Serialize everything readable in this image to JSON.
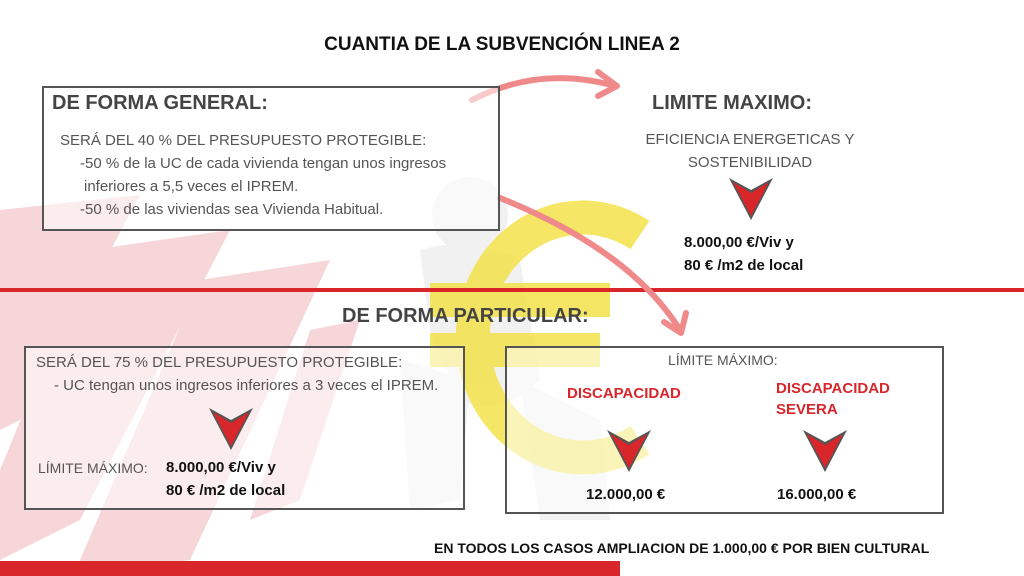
{
  "title": "CUANTIA DE LA SUBVENCIÓN LINEA 2",
  "general": {
    "heading": "DE FORMA GENERAL:",
    "lines": [
      "SERÁ DEL 40 % DEL PRESUPUESTO PROTEGIBLE:",
      "-50 % de la UC de cada vivienda tengan unos ingresos",
      "inferiores a 5,5 veces el IPREM.",
      "-50 % de las viviendas sea Vivienda Habitual."
    ]
  },
  "limite_general": {
    "heading": "LIMITE MAXIMO:",
    "concept_lines": [
      "EFICIENCIA ENERGETICAS Y",
      "SOSTENIBILIDAD"
    ],
    "amount_lines": [
      "8.000,00 €/Viv y",
      "80 € /m2 de local"
    ]
  },
  "particular": {
    "heading": "DE FORMA PARTICULAR:",
    "left": {
      "lines": [
        "SERÁ DEL 75 % DEL PRESUPUESTO PROTEGIBLE:",
        "- UC tengan unos ingresos inferiores a 3 veces el IPREM."
      ],
      "limit_label": "LÍMITE MÁXIMO:",
      "amount_lines": [
        "8.000,00 €/Viv y",
        "80 € /m2 de local"
      ]
    },
    "right": {
      "limit_label": "LÍMITE MÁXIMO:",
      "cat1_label": "DISCAPACIDAD",
      "cat2_label_lines": [
        "DISCAPACIDAD",
        "SEVERA"
      ],
      "cat1_amount": "12.000,00 €",
      "cat2_amount": "16.000,00 €"
    }
  },
  "footer": "EN TODOS LOS CASOS AMPLIACION DE 1.000,00 € POR BIEN CULTURAL",
  "colors": {
    "accent_red": "#d9262b",
    "stripe_light": "#f3c9cc",
    "arrow_pink": "#f08a8a",
    "euro_yellow": "#f3e24a",
    "heading_gray": "#444444",
    "border_gray": "#555555"
  },
  "icons": [
    "down-chevron-icon",
    "curved-arrow-icon",
    "euro-symbol-icon"
  ]
}
